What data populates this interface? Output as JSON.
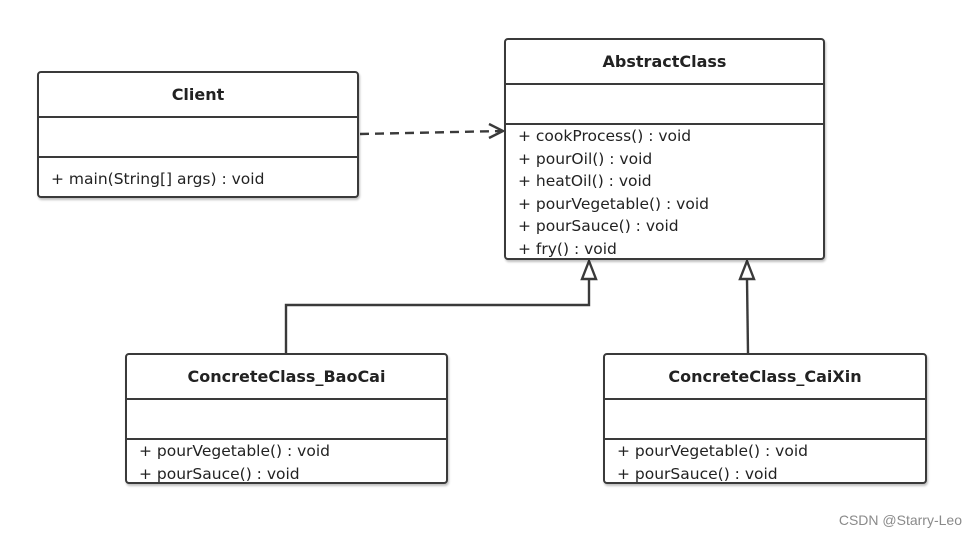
{
  "classes": {
    "client": {
      "name": "Client",
      "operations": [
        "+ main(String[] args) : void"
      ]
    },
    "abstract_class": {
      "name": "AbstractClass",
      "operations": [
        "+ cookProcess() :  void",
        "+ pourOil() : void",
        "+ heatOil() : void",
        "+ pourVegetable() : void",
        "+ pourSauce() : void",
        "+ fry() : void"
      ]
    },
    "concrete_baocai": {
      "name": "ConcreteClass_BaoCai",
      "operations": [
        "+ pourVegetable() : void",
        "+ pourSauce() : void"
      ]
    },
    "concrete_caixin": {
      "name": "ConcreteClass_CaiXin",
      "operations": [
        "+ pourVegetable() : void",
        "+ pourSauce() : void"
      ]
    }
  },
  "relationships": [
    {
      "from": "Client",
      "to": "AbstractClass",
      "kind": "dependency"
    },
    {
      "from": "ConcreteClass_BaoCai",
      "to": "AbstractClass",
      "kind": "generalization"
    },
    {
      "from": "ConcreteClass_CaiXin",
      "to": "AbstractClass",
      "kind": "generalization"
    }
  ],
  "watermark": "CSDN @Starry-Leo",
  "colors": {
    "border": "#3a3a3a",
    "text": "#222222",
    "watermark": "#8a8a8a"
  }
}
